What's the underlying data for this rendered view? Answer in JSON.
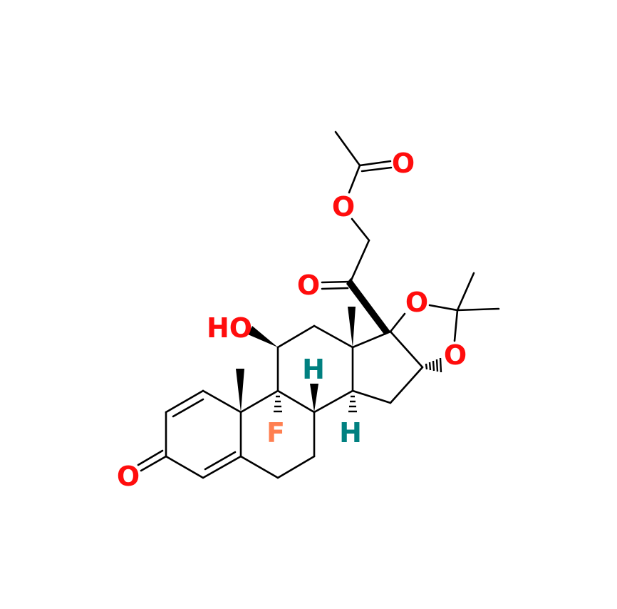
{
  "molecule": {
    "atom_labels": {
      "o_ester_carbonyl": "O",
      "o_ester": "O",
      "o_ketone": "O",
      "o_dioxolane_top": "O",
      "o_dioxolane_bottom": "O",
      "hydroxyl": "HO",
      "h_8": "H",
      "h_14": "H",
      "fluorine": "F",
      "o_enone": "O"
    },
    "colors": {
      "oxygen": "#ff0d0d",
      "fluorine": "#ff7f50",
      "hydrogen": "#008080",
      "bond": "#000000"
    }
  }
}
